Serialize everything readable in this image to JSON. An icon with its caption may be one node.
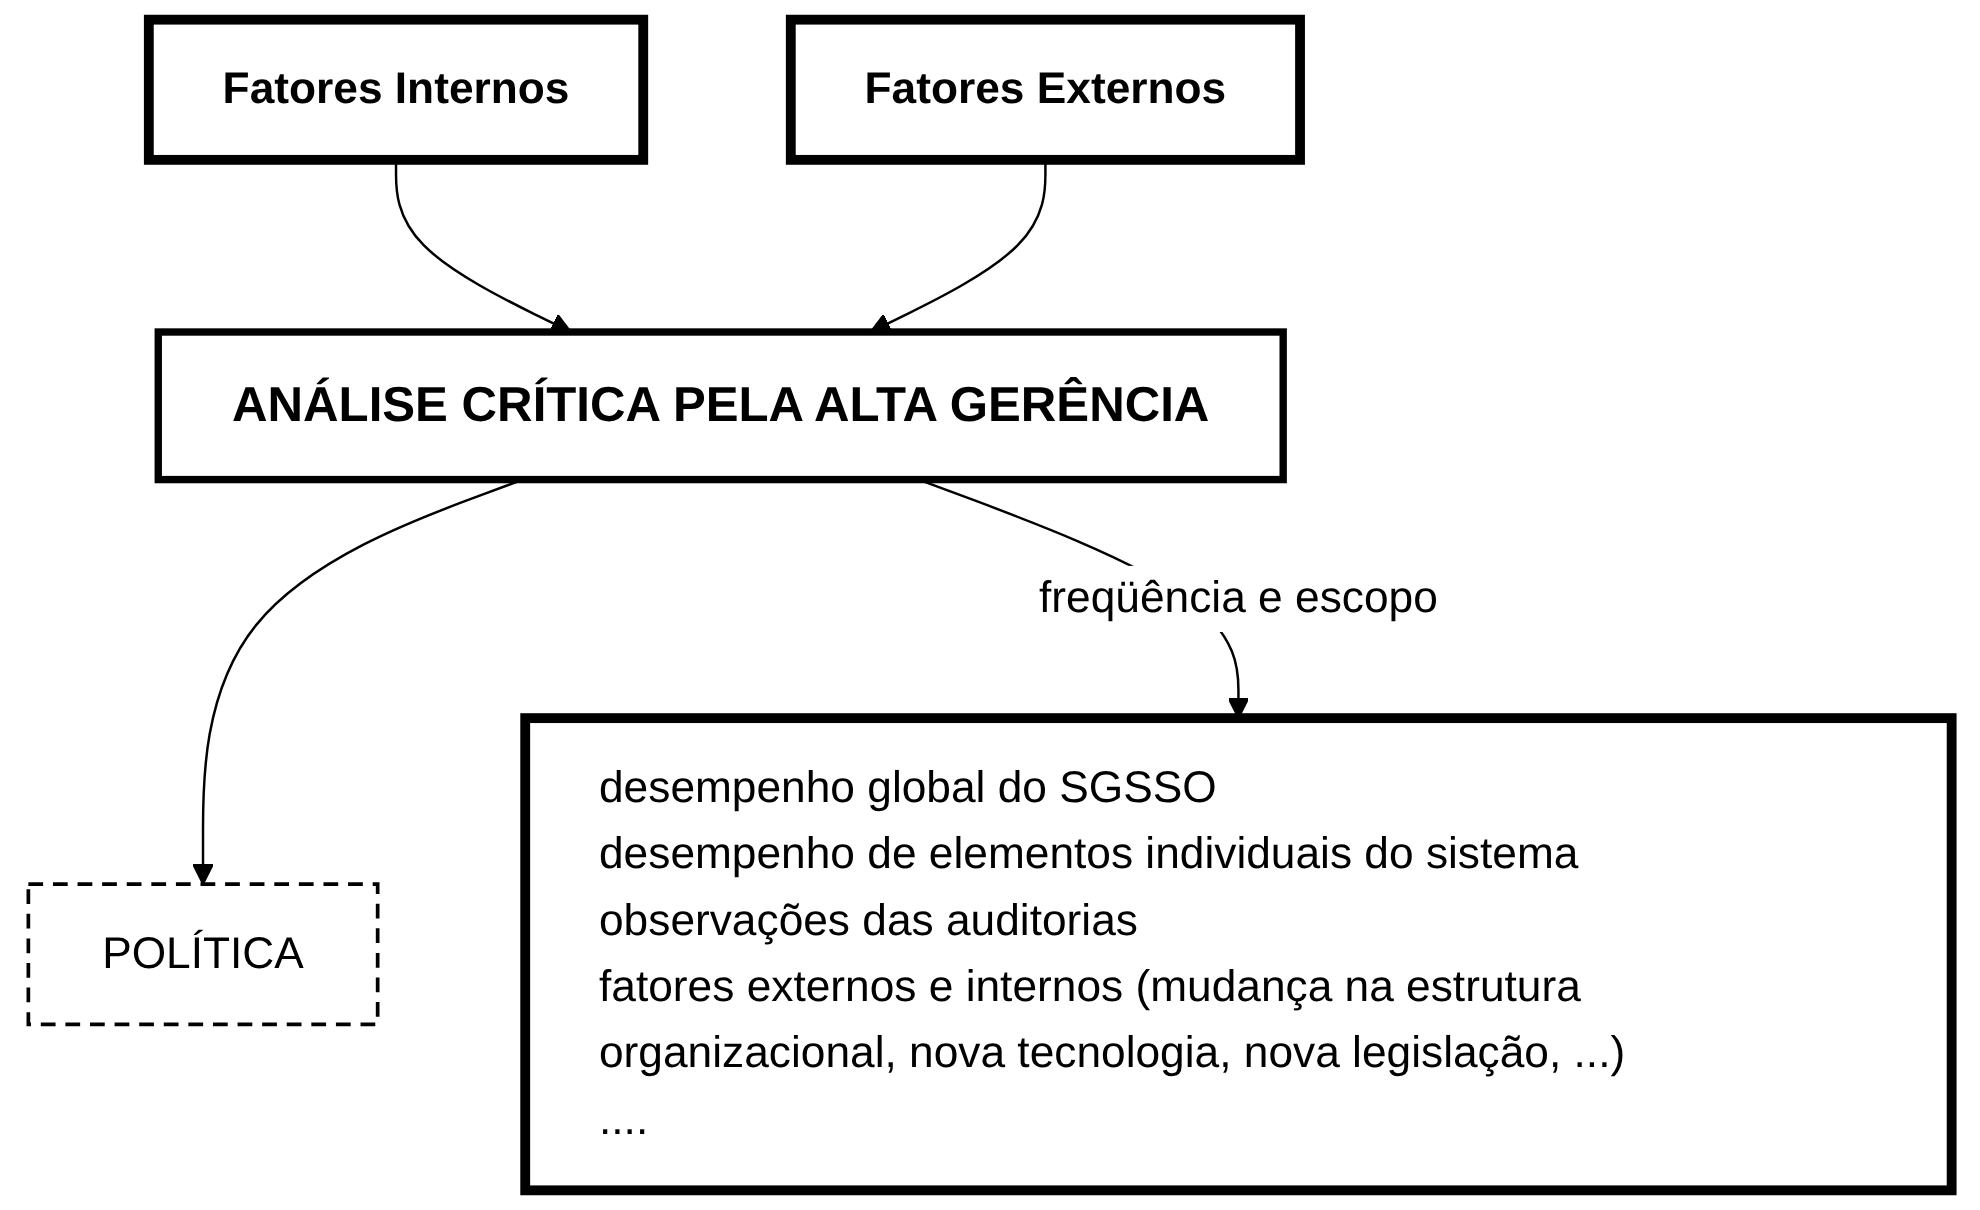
{
  "diagram": {
    "nodes": [
      {
        "text": [
          "Fatores Internos"
        ]
      },
      {
        "text": [
          "Fatores Externos"
        ]
      },
      {
        "text": [
          "ANÁLISE CRÍTICA PELA ALTA GERÊNCIA"
        ]
      },
      {
        "text": [
          "POLÍTICA"
        ]
      },
      {
        "text": [
          "desempenho global do SGSSO",
          "desempenho de elementos individuais do sistema",
          "observações das auditorias",
          "fatores externos e internos (mudança na estrutura organizacional, nova tecnologia, nova legislação, ...)",
          "...."
        ]
      }
    ],
    "edges": [
      {
        "from": 0,
        "to": 2,
        "arrow": "to"
      },
      {
        "from": 1,
        "to": 2,
        "arrow": "to"
      },
      {
        "from": 2,
        "to": 3,
        "arrow": "to"
      },
      {
        "from": 2,
        "to": 4,
        "arrow": "to",
        "label": "freqüência e escopo"
      }
    ]
  }
}
